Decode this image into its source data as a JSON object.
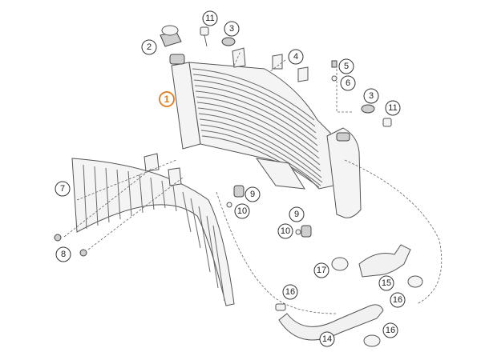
{
  "diagram": {
    "highlight_color": "#e07a1e",
    "callouts": [
      {
        "id": "c1",
        "label": "1",
        "highlight": true
      },
      {
        "id": "c2",
        "label": "2"
      },
      {
        "id": "c3a",
        "label": "3"
      },
      {
        "id": "c3b",
        "label": "3"
      },
      {
        "id": "c4",
        "label": "4"
      },
      {
        "id": "c5",
        "label": "5"
      },
      {
        "id": "c6",
        "label": "6"
      },
      {
        "id": "c7",
        "label": "7"
      },
      {
        "id": "c8",
        "label": "8"
      },
      {
        "id": "c9a",
        "label": "9"
      },
      {
        "id": "c9b",
        "label": "9"
      },
      {
        "id": "c10a",
        "label": "10"
      },
      {
        "id": "c10b",
        "label": "10"
      },
      {
        "id": "c11a",
        "label": "11"
      },
      {
        "id": "c11b",
        "label": "11"
      },
      {
        "id": "c14",
        "label": "14"
      },
      {
        "id": "c15",
        "label": "15"
      },
      {
        "id": "c16a",
        "label": "16"
      },
      {
        "id": "c16b",
        "label": "16"
      },
      {
        "id": "c16c",
        "label": "16"
      },
      {
        "id": "c17",
        "label": "17"
      }
    ]
  }
}
